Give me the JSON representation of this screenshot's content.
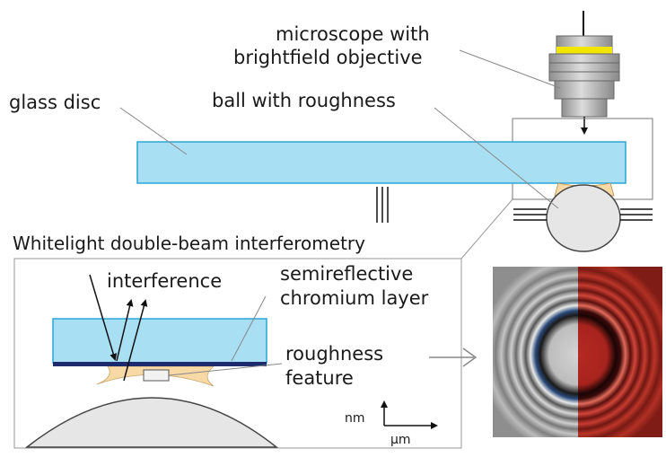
{
  "labels": {
    "microscope_line1": "microscope with",
    "microscope_line2": "brightfield objective",
    "glass_disc": "glass disc",
    "ball": "ball with roughness",
    "title": "Whitelight double-beam interferometry",
    "interference": "interference",
    "semireflective_line1": "semireflective",
    "semireflective_line2": "chromium layer",
    "roughness_line1": "roughness",
    "roughness_line2": "feature",
    "axis_vertical": "nm",
    "axis_horizontal": "µm"
  },
  "colors": {
    "glass": "#a9dff3",
    "glass_stroke": "#2ba6d6",
    "chromium": "#1e2a6e",
    "lubricant": "#f7d9a6",
    "ball": "#e6e6e6",
    "microscope_body": "#b8b8b8",
    "objective_ring": "#f2e500",
    "interferogram_left": "#8a8a8a",
    "interferogram_right": "#a8201c"
  },
  "icons": {
    "arrow": "right-arrow-icon",
    "microscope": "microscope-icon"
  }
}
